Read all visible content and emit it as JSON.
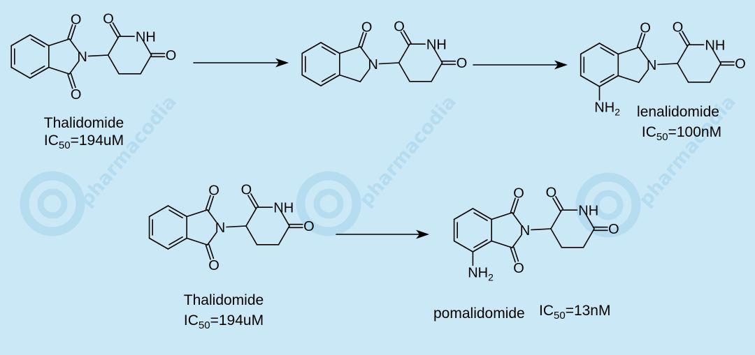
{
  "atoms": {
    "O": "O",
    "N": "N",
    "NH": "NH",
    "NH2": "NH",
    "NH2_sub": "2"
  },
  "captions": {
    "thalidomide_top": {
      "name": "Thalidomide",
      "ic50_prefix": "IC",
      "ic50_sub": "50",
      "ic50_value": "=194uM"
    },
    "lenalidomide": {
      "name": "lenalidomide",
      "ic50_prefix": "IC",
      "ic50_sub": "50",
      "ic50_value": "=100nM"
    },
    "thalidomide_bottom": {
      "name": "Thalidomide",
      "ic50_prefix": "IC",
      "ic50_sub": "50",
      "ic50_value": "=194uM"
    },
    "pomalidomide": {
      "name": "pomalidomide",
      "ic50_prefix": "IC",
      "ic50_sub": "50",
      "ic50_value": "=13nM"
    }
  },
  "watermark": {
    "text": "pharmacodia"
  },
  "colors": {
    "background": "#cbe8f6",
    "watermark": "#b6dcf0",
    "ink": "#000000"
  }
}
